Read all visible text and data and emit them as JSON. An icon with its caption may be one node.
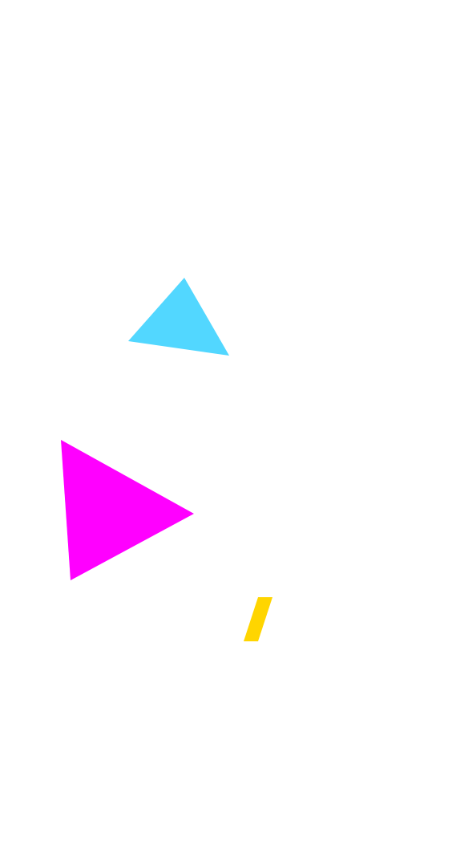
{
  "diagram": {
    "nodes": [
      {
        "text": [],
        "shape": "triangle"
      },
      {
        "text": [],
        "shape": "triangle"
      },
      {
        "text": [],
        "shape": "parallelogram"
      }
    ]
  }
}
